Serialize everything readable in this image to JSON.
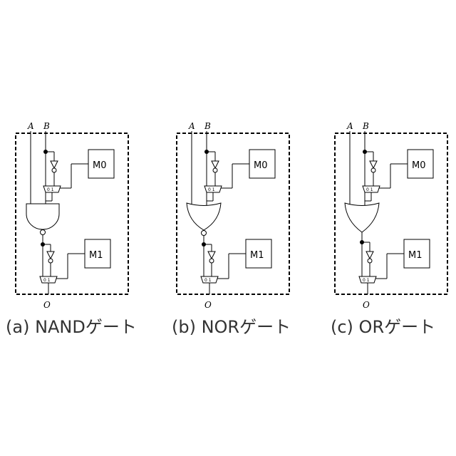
{
  "panels": [
    {
      "id": "a",
      "gate": "nand",
      "caption": "(a) NANDゲート",
      "input_a": "A",
      "input_b": "B",
      "output": "O",
      "memory_top": "M0",
      "memory_bottom": "M1",
      "mux_label_top": "0 1",
      "mux_label_bottom": "0 1"
    },
    {
      "id": "b",
      "gate": "nor",
      "caption": "(b) NORゲート",
      "input_a": "A",
      "input_b": "B",
      "output": "O",
      "memory_top": "M0",
      "memory_bottom": "M1",
      "mux_label_top": "0 1",
      "mux_label_bottom": "0 1"
    },
    {
      "id": "c",
      "gate": "or",
      "caption": "(c) ORゲート",
      "input_a": "A",
      "input_b": "B",
      "output": "O",
      "memory_top": "M0",
      "memory_bottom": "M1",
      "mux_label_top": "0 1",
      "mux_label_bottom": "0 1"
    }
  ]
}
